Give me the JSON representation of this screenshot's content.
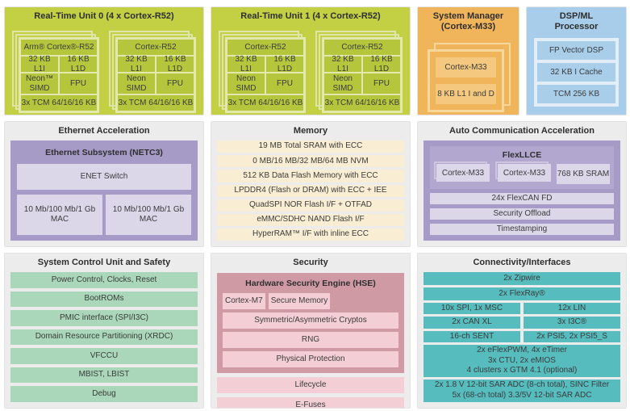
{
  "rtu0": {
    "title": "Real-Time Unit 0 (4 x Cortex-R52)",
    "cores": [
      {
        "name": "Arm® Cortex®-R52",
        "l1i": "32 KB L1I",
        "l1d": "16 KB L1D",
        "simd": "Neon™ SIMD",
        "fpu": "FPU",
        "tcm": "3x TCM 64/16/16 KB"
      },
      {
        "name": "Cortex-R52",
        "l1i": "32 KB L1I",
        "l1d": "16 KB L1D",
        "simd": "Neon SIMD",
        "fpu": "FPU",
        "tcm": "3x TCM 64/16/16 KB"
      }
    ]
  },
  "rtu1": {
    "title": "Real-Time Unit 1 (4 x Cortex-R52)",
    "cores": [
      {
        "name": "Cortex-R52",
        "l1i": "32 KB L1I",
        "l1d": "16 KB L1D",
        "simd": "Neon SIMD",
        "fpu": "FPU",
        "tcm": "3x TCM 64/16/16 KB"
      },
      {
        "name": "Cortex-R52",
        "l1i": "32 KB L1I",
        "l1d": "16 KB L1D",
        "simd": "Neon SIMD",
        "fpu": "FPU",
        "tcm": "3x TCM 64/16/16 KB"
      }
    ]
  },
  "system_manager": {
    "title": "System Manager (Cortex-M33)",
    "rows": [
      "Cortex-M33",
      "8 KB L1 I and D"
    ]
  },
  "dsp": {
    "title": "DSP/ML Processor",
    "rows": [
      "FP Vector DSP",
      "32 KB I Cache",
      "TCM 256 KB"
    ]
  },
  "ethernet": {
    "title": "Ethernet Acceleration",
    "subsystem_title": "Ethernet Subsystem (NETC3)",
    "switch": "ENET Switch",
    "mac1": "10 Mb/100 Mb/1 Gb MAC",
    "mac2": "10 Mb/100 Mb/1 Gb MAC"
  },
  "memory": {
    "title": "Memory",
    "rows": [
      "19 MB Total SRAM with ECC",
      "0 MB/16 MB/32 MB/64 MB NVM",
      "512 KB Data Flash Memory with ECC",
      "LPDDR4 (Flash or DRAM) with ECC + IEE",
      "QuadSPI NOR Flash I/F + OTFAD",
      "eMMC/SDHC NAND Flash I/F",
      "HyperRAM™ I/F with inline ECC"
    ]
  },
  "autocomm": {
    "title": "Auto Communication Acceleration",
    "flexllce_title": "FlexLLCE",
    "cells": [
      "Cortex-M33",
      "Cortex-M33",
      "768 KB SRAM"
    ],
    "rows": [
      "24x FlexCAN FD",
      "Security Offload",
      "Timestamping"
    ]
  },
  "scu": {
    "title": "System Control Unit and Safety",
    "rows": [
      "Power Control, Clocks, Reset",
      "BootROMs",
      "PMIC interface (SPI/I3C)",
      "Domain Resource Partitioning (XRDC)",
      "VFCCU",
      "MBIST, LBIST",
      "Debug"
    ]
  },
  "security": {
    "title": "Security",
    "hse_title": "Hardware Security Engine (HSE)",
    "hse_pair": [
      "Cortex-M7",
      "Secure Memory"
    ],
    "hse_rows": [
      "Symmetric/Asymmetric Cryptos",
      "RNG",
      "Physical Protection"
    ],
    "rows": [
      "Lifecycle",
      "E-Fuses"
    ]
  },
  "connectivity": {
    "title": "Connectivity/Interfaces",
    "full_rows": [
      "2x Zipwire",
      "2x FlexRay®"
    ],
    "pairs": [
      [
        "10x SPI, 1x MSC",
        "12x LIN"
      ],
      [
        "2x CAN XL",
        "3x I3C®"
      ],
      [
        "16-ch SENT",
        "2x PSI5, 2x PSI5_S"
      ]
    ],
    "timer_lines": [
      "2x eFlexPWM, 4x eTimer",
      "3x CTU, 2x eMIOS",
      "4 clusters x GTM 4.1 (optional)"
    ],
    "adc_lines": [
      "2x 1.8 V 12-bit SAR ADC (8-ch total), SINC Filter",
      "5x (68-ch total) 3.3/5V 12-bit SAR ADC"
    ]
  },
  "colors": {
    "lime": "#c3d044",
    "lime_cell": "#b6c63c",
    "orange": "#f0b45a",
    "orange_row": "#f4c97f",
    "blue": "#a7cdea",
    "blue_row": "#a9ceea",
    "purple": "#a59bc6",
    "purple_row": "#dbd7e9",
    "cream_row": "#f9eed3",
    "green_row": "#aad7ba",
    "pink_panel": "#d09aa4",
    "pink_row": "#f3ced5",
    "teal_row": "#56bcbd",
    "outer_gray": "#ececec"
  }
}
